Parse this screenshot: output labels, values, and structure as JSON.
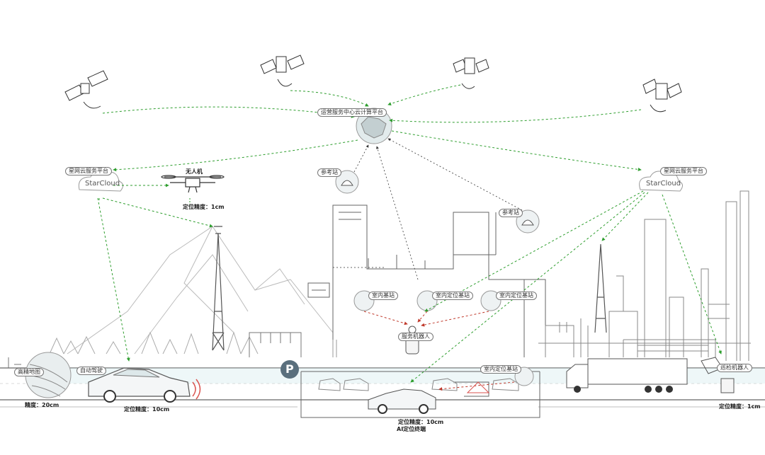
{
  "platform_label": "运营服务中心云计算平台",
  "cloud_left_label": "星网云服务平台",
  "cloud_right_label": "星网云服务平台",
  "starcloud": "StarCloud",
  "drone_label": "无人机",
  "drone_accuracy": "定位精度：1cm",
  "cors_top_label": "参考站",
  "cors_right_label": "参考站",
  "indoor_station_1": "室内基站",
  "indoor_station_2": "室内定位基站",
  "indoor_station_3": "室内定位基站",
  "service_robot": "服务机器人",
  "car_left_label": "自动驾驶",
  "map_label": "高精地图",
  "left_accuracy": "精度：20cm",
  "car_accuracy": "定位精度：10cm",
  "parking_symbol": "P",
  "parking_station_label": "室内定位基站",
  "underground_accuracy": "定位精度：10cm",
  "underground_terminal": "AI定位终端",
  "robot_right_label": "巡检机器人",
  "right_accuracy": "定位精度：1cm",
  "colors": {
    "link": "#2e9e2e",
    "indoor_link": "#c0392b",
    "line": "#555555",
    "light": "#bbbbbb",
    "water": "#cfe7ea"
  },
  "icons": [
    "satellite-icon",
    "globe-icon",
    "cloud-icon",
    "drone-icon",
    "antenna-icon",
    "tower-icon",
    "car-icon",
    "truck-icon",
    "robot-icon",
    "parking-icon"
  ]
}
